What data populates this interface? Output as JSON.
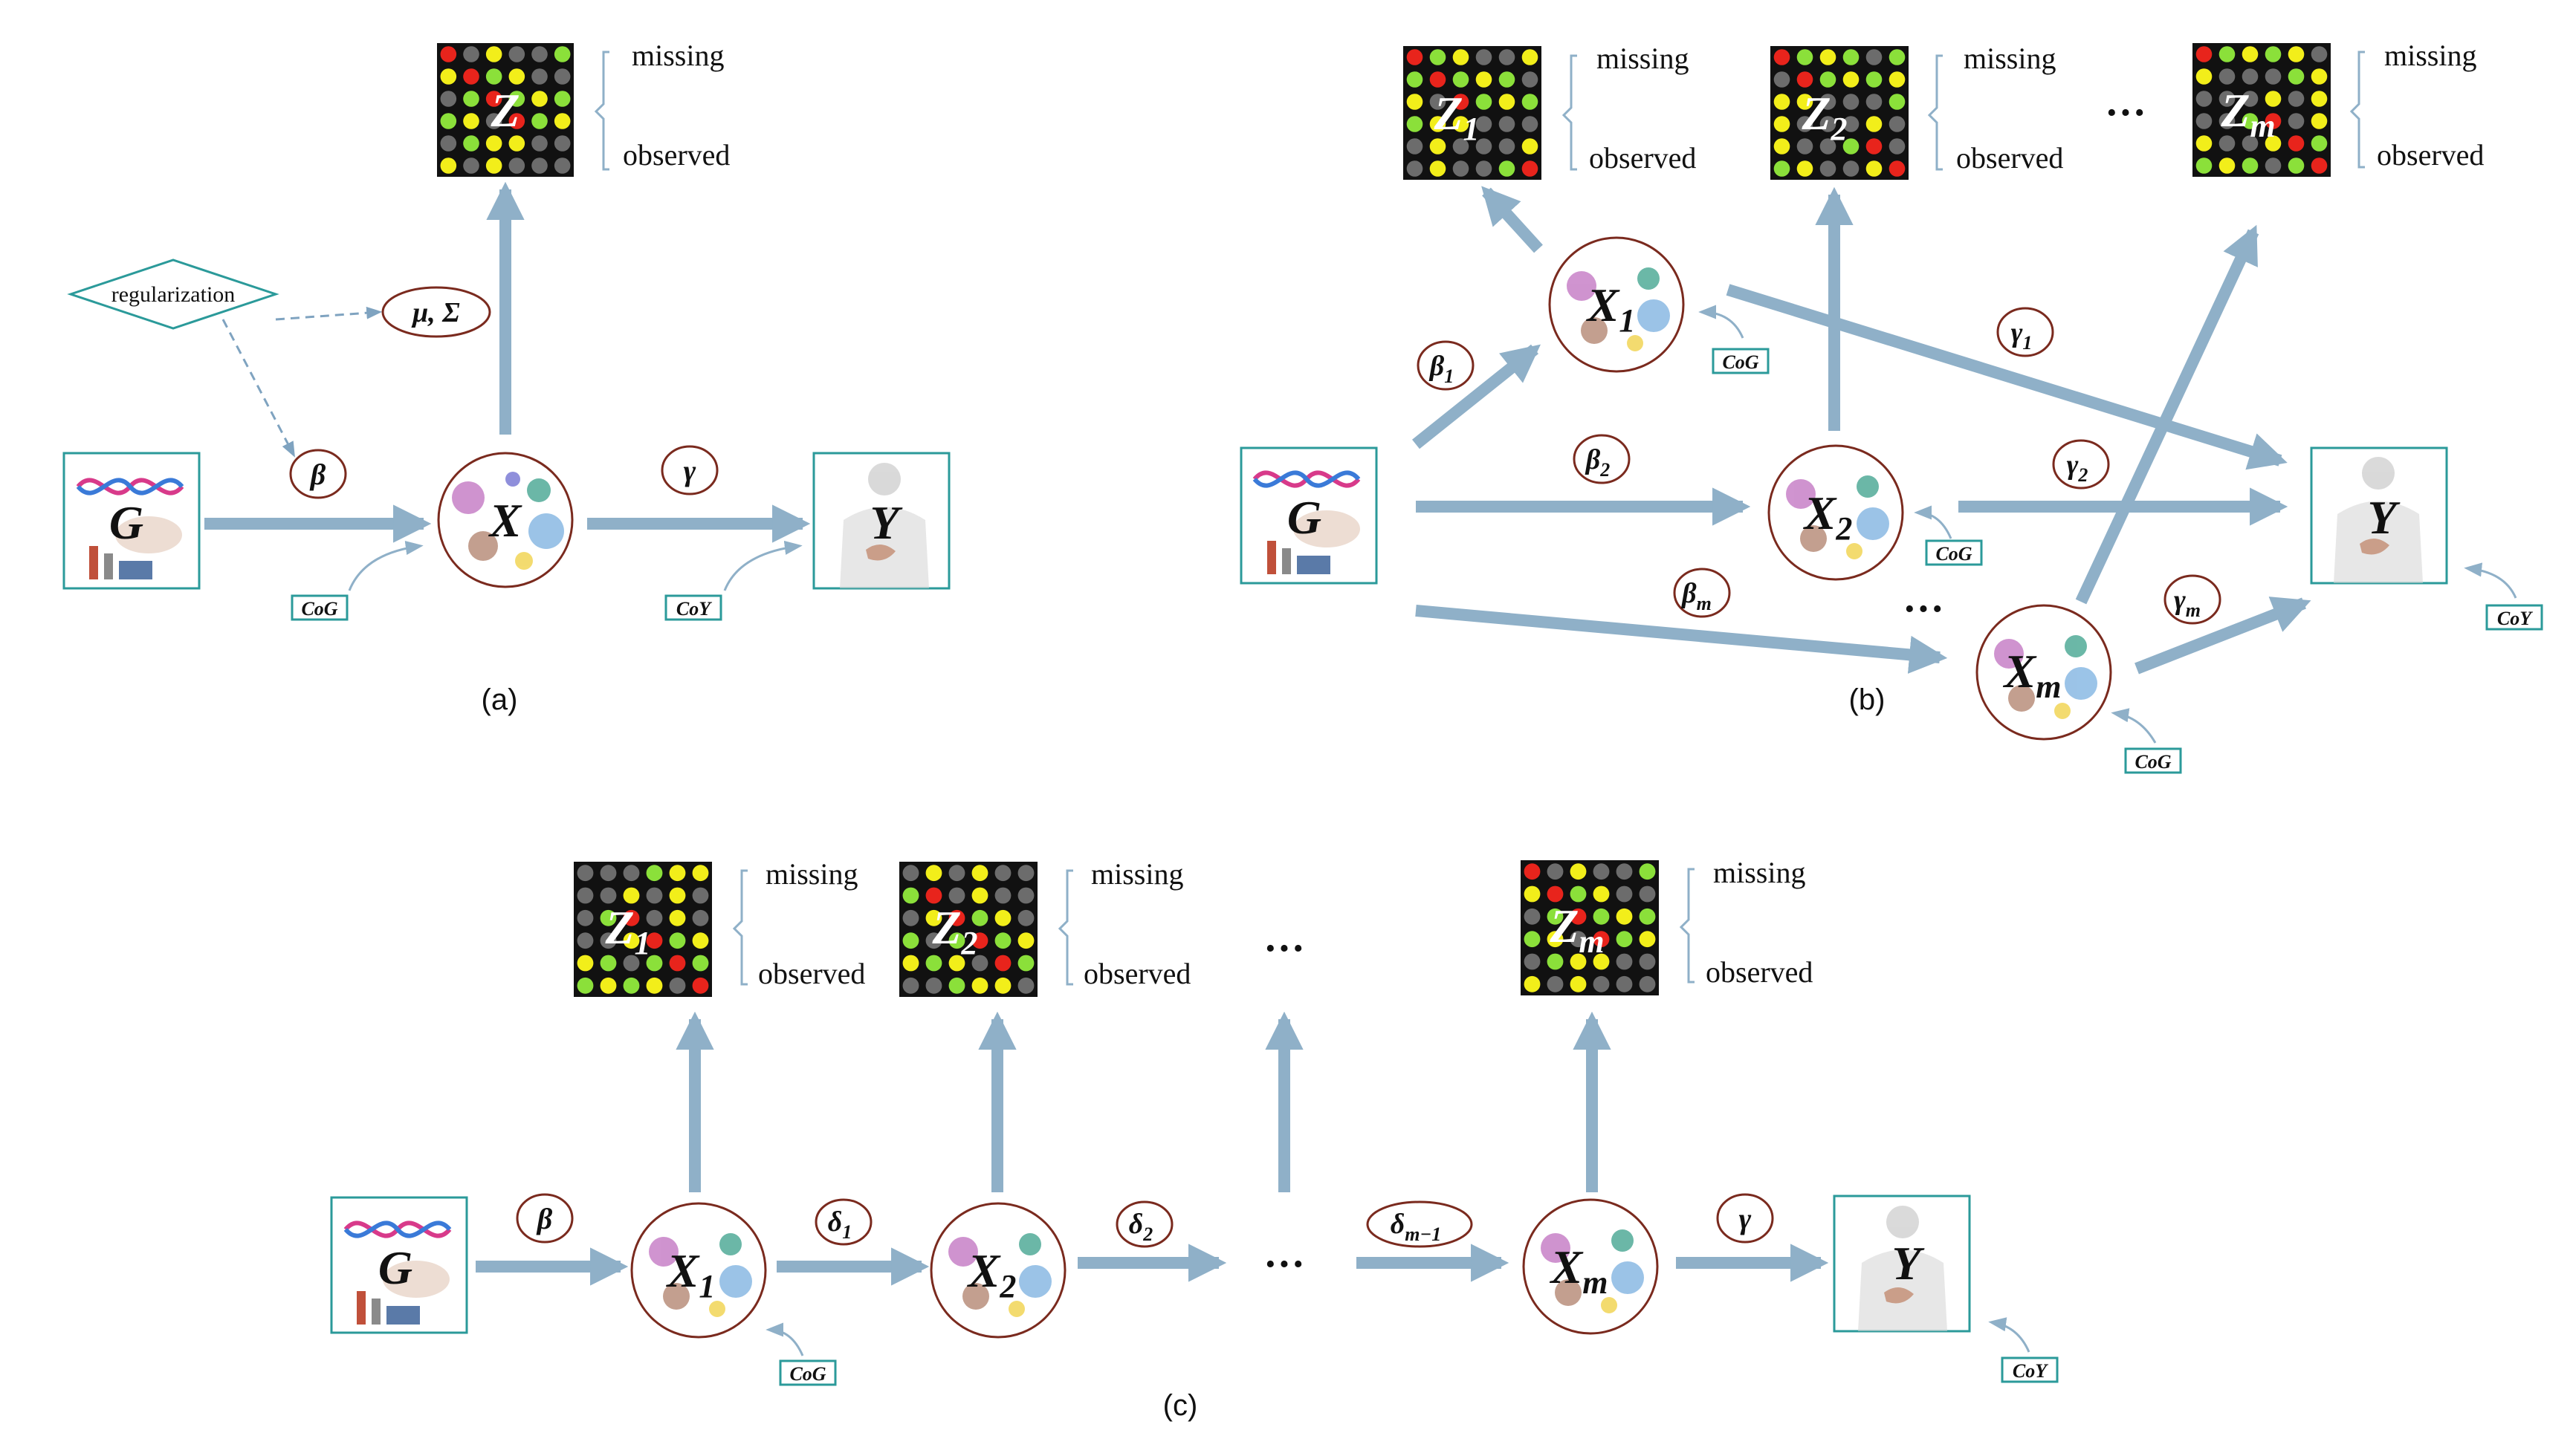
{
  "panel_a": {
    "caption": "(a)",
    "G": "G",
    "X": "X",
    "Z": "Z",
    "Y": "Y",
    "beta": "β",
    "gamma": "γ",
    "musigma": "μ, Σ",
    "regularization": "regularization",
    "missing": "missing",
    "observed": "observed",
    "cog": "CoG",
    "coy": "CoY"
  },
  "panel_b": {
    "caption": "(b)",
    "G": "G",
    "Y": "Y",
    "X1": "X",
    "X1_sub": "1",
    "X2": "X",
    "X2_sub": "2",
    "Xm": "X",
    "Xm_sub": "m",
    "Z1": "Z",
    "Z1_sub": "1",
    "Z2": "Z",
    "Z2_sub": "2",
    "Zm": "Z",
    "Zm_sub": "m",
    "beta1": "β",
    "beta1_sub": "1",
    "beta2": "β",
    "beta2_sub": "2",
    "betam": "β",
    "betam_sub": "m",
    "gamma1": "γ",
    "gamma1_sub": "1",
    "gamma2": "γ",
    "gamma2_sub": "2",
    "gammam": "γ",
    "gammam_sub": "m",
    "missing": "missing",
    "observed": "observed",
    "ellipsis": "···",
    "cog": "CoG",
    "coy": "CoY"
  },
  "panel_c": {
    "caption": "(c)",
    "G": "G",
    "Y": "Y",
    "X1": "X",
    "X1_sub": "1",
    "X2": "X",
    "X2_sub": "2",
    "Xm": "X",
    "Xm_sub": "m",
    "Z1": "Z",
    "Z1_sub": "1",
    "Z2": "Z",
    "Z2_sub": "2",
    "Zm": "Z",
    "Zm_sub": "m",
    "beta": "β",
    "gamma": "γ",
    "delta1": "δ",
    "delta1_sub": "1",
    "delta2": "δ",
    "delta2_sub": "2",
    "deltam": "δ",
    "deltam_sub": "m−1",
    "missing": "missing",
    "observed": "observed",
    "ellipsis": "···",
    "cog": "CoG",
    "coy": "CoY"
  },
  "colors": {
    "arrow": "#8fb0c8",
    "teal": "#2b9a9a",
    "oval": "#7a2a1e",
    "cog_box": "#2b9a9a",
    "grid_bg": "#111111",
    "red": "#e8241c",
    "yellow": "#f2ee1a",
    "green": "#8be03a",
    "gray": "#6c6c6c"
  }
}
